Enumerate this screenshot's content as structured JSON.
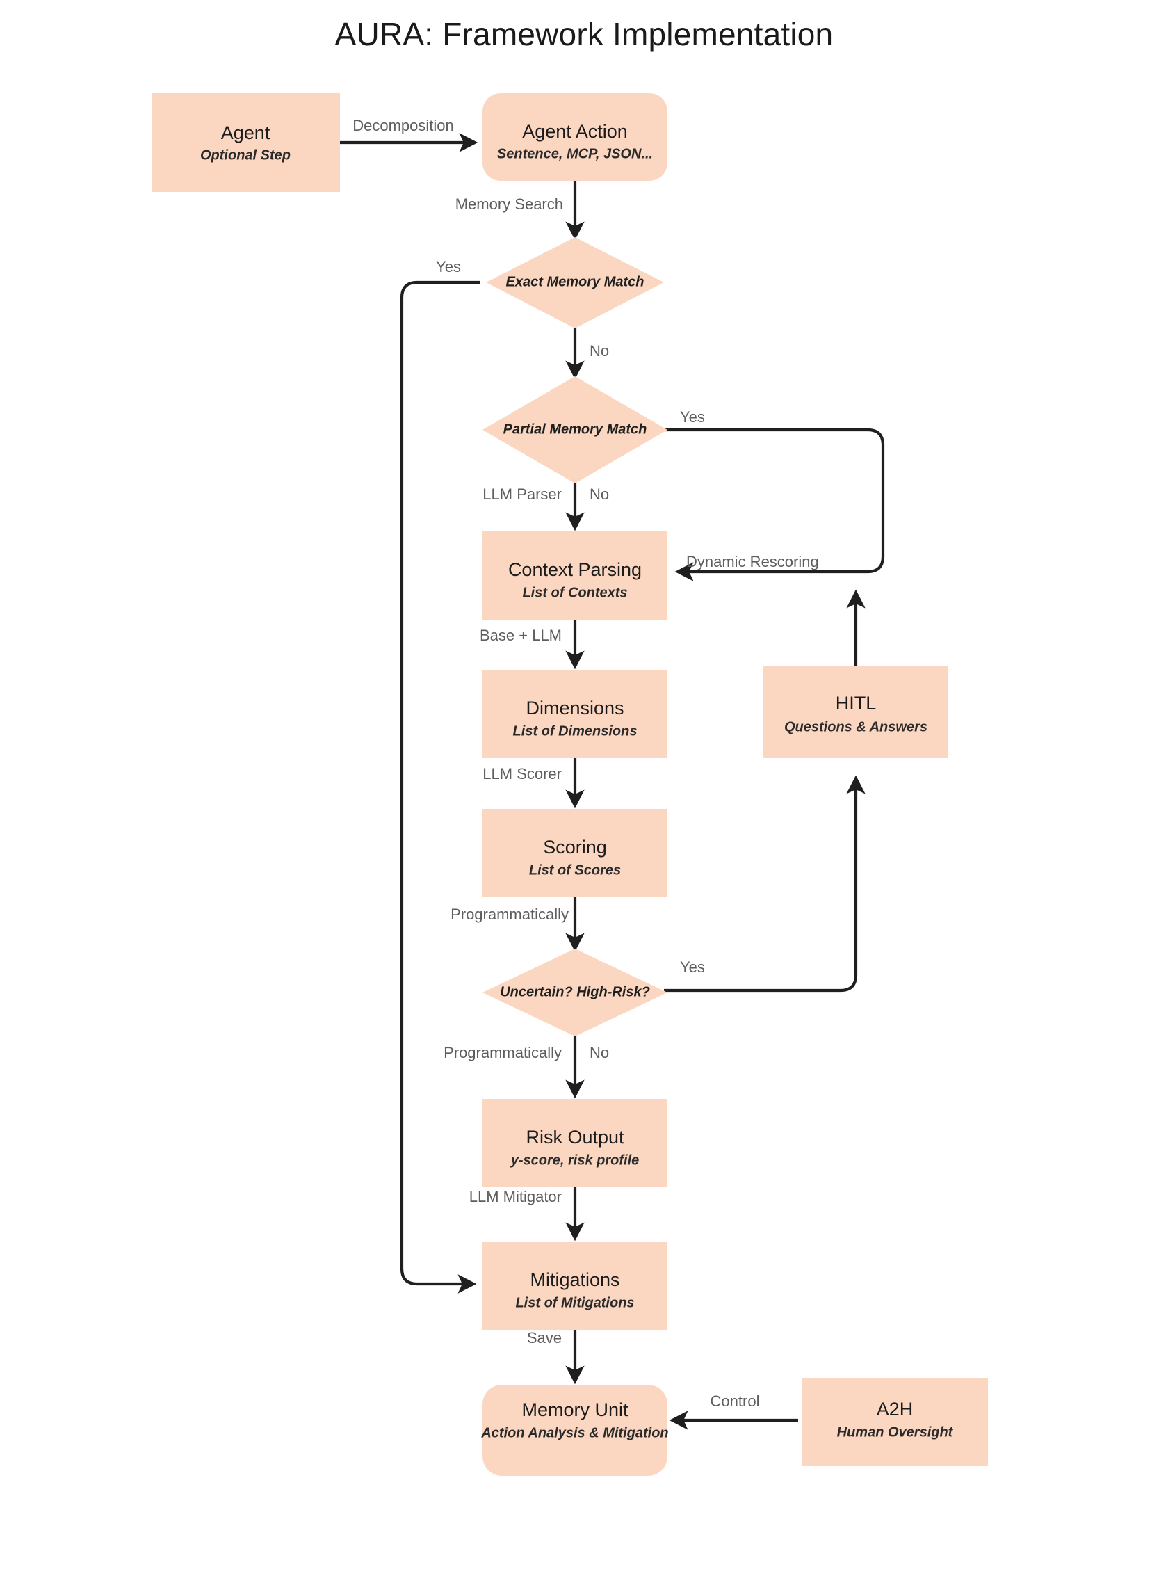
{
  "title": "AURA: Framework Implementation",
  "colors": {
    "node_fill": "#FBD7C2",
    "edge_stroke": "#1F1F1F",
    "label_text": "#5D5D5D",
    "title_text": "#1A1A1A",
    "background": "#FFFFFF"
  },
  "nodes": [
    {
      "id": "agent",
      "shape": "rect",
      "title": "Agent",
      "subtitle": "Optional Step"
    },
    {
      "id": "agent-action",
      "shape": "rounded-rect",
      "title": "Agent Action",
      "subtitle": "Sentence, MCP, JSON..."
    },
    {
      "id": "exact-memory-match",
      "shape": "diamond",
      "title": "Exact Memory Match",
      "subtitle": ""
    },
    {
      "id": "partial-memory-match",
      "shape": "diamond",
      "title": "Partial Memory Match",
      "subtitle": ""
    },
    {
      "id": "context-parsing",
      "shape": "rect",
      "title": "Context Parsing",
      "subtitle": "List of Contexts"
    },
    {
      "id": "hitl",
      "shape": "rect",
      "title": "HITL",
      "subtitle": "Questions & Answers"
    },
    {
      "id": "dimensions",
      "shape": "rect",
      "title": "Dimensions",
      "subtitle": "List of Dimensions"
    },
    {
      "id": "scoring",
      "shape": "rect",
      "title": "Scoring",
      "subtitle": "List of Scores"
    },
    {
      "id": "uncertain-high-risk",
      "shape": "diamond",
      "title": "Uncertain? High-Risk?",
      "subtitle": ""
    },
    {
      "id": "risk-output",
      "shape": "rect",
      "title": "Risk Output",
      "subtitle": "y-score, risk profile"
    },
    {
      "id": "mitigations",
      "shape": "rect",
      "title": "Mitigations",
      "subtitle": "List of Mitigations"
    },
    {
      "id": "memory-unit",
      "shape": "rounded-rect",
      "title": "Memory Unit",
      "subtitle": "Action Analysis & Mitigation"
    },
    {
      "id": "a2h",
      "shape": "rect",
      "title": "A2H",
      "subtitle": "Human Oversight"
    }
  ],
  "edges": [
    {
      "id": "agent-to-agent-action",
      "from": "agent",
      "to": "agent-action",
      "label": "Decomposition"
    },
    {
      "id": "agent-action-to-exact",
      "from": "agent-action",
      "to": "exact-memory-match",
      "label": "Memory Search"
    },
    {
      "id": "exact-yes-to-mitigations",
      "from": "exact-memory-match",
      "to": "mitigations",
      "label": "Yes"
    },
    {
      "id": "exact-no-to-partial",
      "from": "exact-memory-match",
      "to": "partial-memory-match",
      "label": "No"
    },
    {
      "id": "partial-yes-to-context",
      "from": "partial-memory-match",
      "to": "context-parsing",
      "label": "Yes"
    },
    {
      "id": "partial-yes-rescoring",
      "from": "partial-memory-match",
      "to": "context-parsing",
      "label": "Dynamic Rescoring"
    },
    {
      "id": "partial-no-to-context",
      "from": "partial-memory-match",
      "to": "context-parsing",
      "label": "No"
    },
    {
      "id": "partial-no-parser",
      "from": "partial-memory-match",
      "to": "context-parsing",
      "label": "LLM Parser"
    },
    {
      "id": "context-to-dimensions",
      "from": "context-parsing",
      "to": "dimensions",
      "label": "Base + LLM"
    },
    {
      "id": "dimensions-to-scoring",
      "from": "dimensions",
      "to": "scoring",
      "label": "LLM Scorer"
    },
    {
      "id": "scoring-to-uncertain",
      "from": "scoring",
      "to": "uncertain-high-risk",
      "label": "Programmatically"
    },
    {
      "id": "uncertain-yes-to-hitl",
      "from": "uncertain-high-risk",
      "to": "hitl",
      "label": "Yes"
    },
    {
      "id": "uncertain-no-to-risk-output",
      "from": "uncertain-high-risk",
      "to": "risk-output",
      "label": "No"
    },
    {
      "id": "uncertain-no-programmatically",
      "from": "uncertain-high-risk",
      "to": "risk-output",
      "label": "Programmatically"
    },
    {
      "id": "hitl-to-context",
      "from": "hitl",
      "to": "context-parsing",
      "label": ""
    },
    {
      "id": "risk-output-to-mitigations",
      "from": "risk-output",
      "to": "mitigations",
      "label": "LLM Mitigator"
    },
    {
      "id": "mitigations-to-memory-unit",
      "from": "mitigations",
      "to": "memory-unit",
      "label": "Save"
    },
    {
      "id": "a2h-to-memory-unit",
      "from": "a2h",
      "to": "memory-unit",
      "label": "Control"
    }
  ],
  "edge_labels": {
    "decomposition": "Decomposition",
    "memory_search": "Memory Search",
    "yes_exact": "Yes",
    "no_exact": "No",
    "yes_partial": "Yes",
    "no_partial": "No",
    "llm_parser": "LLM Parser",
    "dynamic_rescoring": "Dynamic Rescoring",
    "base_plus_llm": "Base + LLM",
    "llm_scorer": "LLM Scorer",
    "programmatically_scoring": "Programmatically",
    "yes_uncertain": "Yes",
    "no_uncertain": "No",
    "programmatically_uncertain": "Programmatically",
    "llm_mitigator": "LLM Mitigator",
    "save": "Save",
    "control": "Control"
  }
}
